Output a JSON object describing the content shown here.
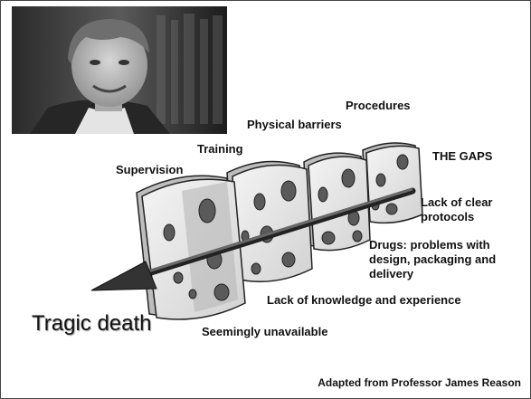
{
  "labels": {
    "procedures": "Procedures",
    "physical_barriers": "Physical barriers",
    "training": "Training",
    "supervision": "Supervision",
    "the_gaps": "THE GAPS",
    "lack_of_protocols": "Lack of clear protocols",
    "drugs": "Drugs: problems with design, packaging and delivery",
    "lack_knowledge": "Lack of knowledge and experience",
    "seemingly_unavailable": "Seemingly unavailable",
    "tragic_death": "Tragic death"
  },
  "credit": "Adapted from Professor James Reason",
  "colors": {
    "slice_face": "#e9e9e9",
    "slice_side": "#bdbdbd",
    "hole": "#5a5a5a",
    "arrow": "#3a3a3a"
  }
}
